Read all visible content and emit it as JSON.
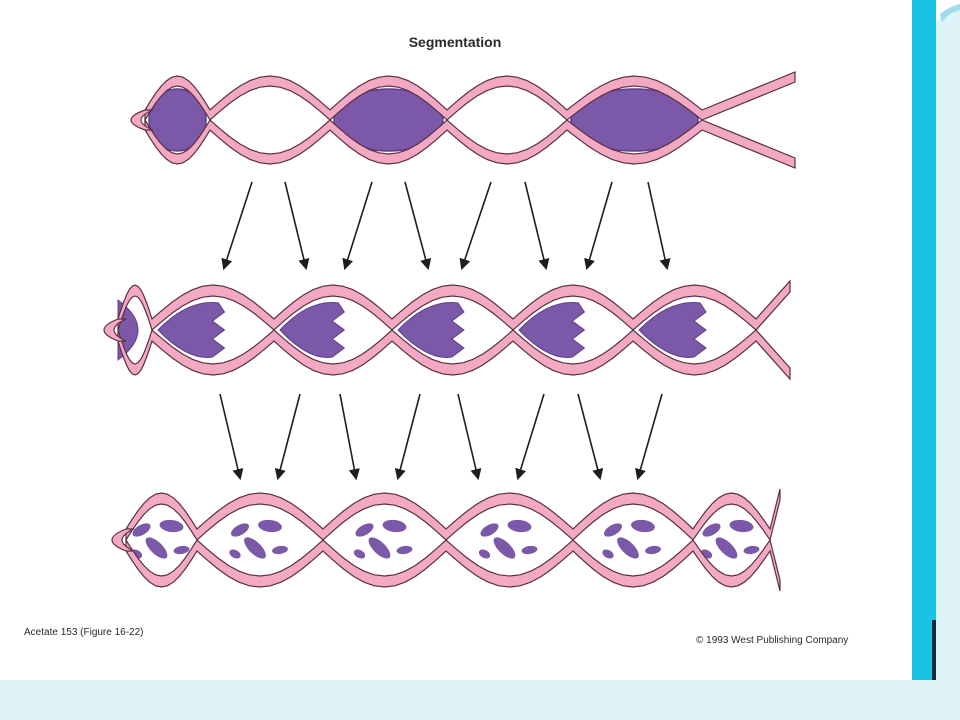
{
  "slide": {
    "title": "Segmentation",
    "caption_left": "Acetate 153 (Figure 16-22)",
    "caption_right": "© 1993 West Publishing Company"
  },
  "colors": {
    "page_background": "#dff4f9",
    "slide_background": "#ffffff",
    "intestine_wall": "#f3a9c4",
    "wall_outline": "#5a3040",
    "chyme": "#7b58a8",
    "chyme_dark": "#5e3f8e",
    "arrow": "#1e1e1e",
    "text": "#2a2a2a",
    "accent_bar": "#19c3e6",
    "accent_bar_dark": "#0f2a3c"
  },
  "diagram": {
    "rows": [
      {
        "name": "top-row",
        "chyme_pattern": [
          "full",
          "empty",
          "full",
          "empty",
          "full"
        ]
      },
      {
        "name": "middle-row",
        "chyme_pattern": [
          "split",
          "split",
          "split",
          "split",
          "split"
        ]
      },
      {
        "name": "bottom-row",
        "chyme_pattern": [
          "mixed",
          "mixed",
          "mixed",
          "mixed",
          "mixed",
          "mixed"
        ]
      }
    ],
    "arrow_count_per_level": 8
  }
}
